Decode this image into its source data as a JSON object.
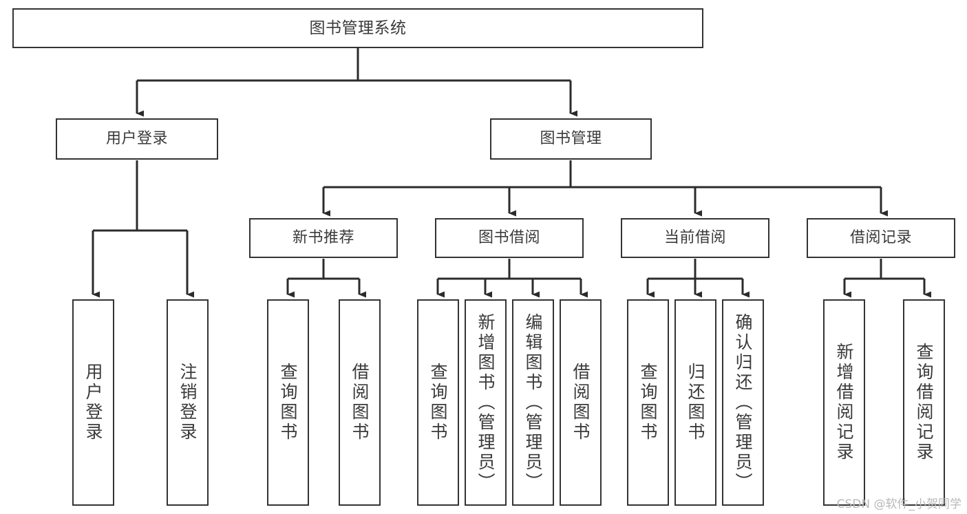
{
  "diagram": {
    "title": "图书管理系统",
    "type": "tree-hierarchy-diagram",
    "colors": {
      "box_border": "#333333",
      "box_fill": "#ffffff",
      "text": "#3a3a3a",
      "edge": "#2b2b2b",
      "watermark": "#b8b8b8",
      "background": "#ffffff"
    },
    "root": {
      "label": "图书管理系统"
    },
    "level1": [
      {
        "label": "用户登录"
      },
      {
        "label": "图书管理"
      }
    ],
    "level2": [
      {
        "label": "新书推荐"
      },
      {
        "label": "图书借阅"
      },
      {
        "label": "当前借阅"
      },
      {
        "label": "借阅记录"
      }
    ],
    "leaves": {
      "user_login": [
        {
          "label": "用户登录"
        },
        {
          "label": "注销登录"
        }
      ],
      "new_book_recommend": [
        {
          "label": "查询图书"
        },
        {
          "label": "借阅图书"
        }
      ],
      "book_borrow": [
        {
          "label": "查询图书"
        },
        {
          "label": "新增图书（管理员）"
        },
        {
          "label": "编辑图书（管理员）"
        },
        {
          "label": "借阅图书"
        }
      ],
      "current_borrow": [
        {
          "label": "查询图书"
        },
        {
          "label": "归还图书"
        },
        {
          "label": "确认归还（管理员）"
        }
      ],
      "borrow_record": [
        {
          "label": "新增借阅记录"
        },
        {
          "label": "查询借阅记录"
        }
      ]
    }
  },
  "watermark": {
    "text": "CSDN @软件_小贺同学"
  }
}
